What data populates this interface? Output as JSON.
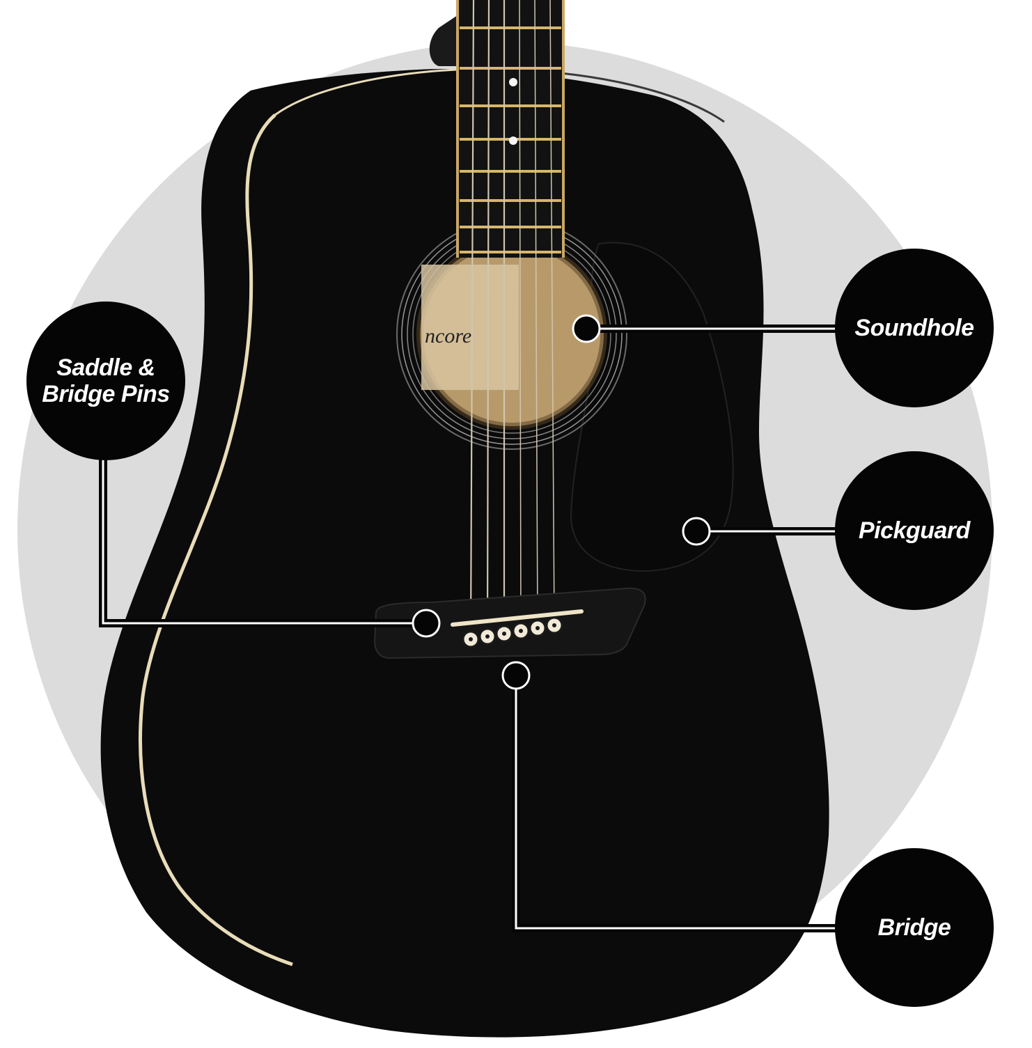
{
  "figure": {
    "background_disc_color": "#dcdcdc",
    "guitar_body_color": "#0b0b0b",
    "binding_color": "#e9dcb8",
    "fretboard_color": "#121212",
    "fret_color": "#d8b66a",
    "soundhole_interior_color": "#b89a6a",
    "pin_color": "#f2ead8",
    "leader_color": "#050505"
  },
  "callouts": {
    "saddle_bridge_pins": {
      "line1": "Saddle &",
      "line2": "Bridge Pins"
    },
    "soundhole": {
      "label": "Soundhole"
    },
    "pickguard": {
      "label": "Pickguard"
    },
    "bridge": {
      "label": "Bridge"
    }
  },
  "brand_logo_fragment": "ncore"
}
